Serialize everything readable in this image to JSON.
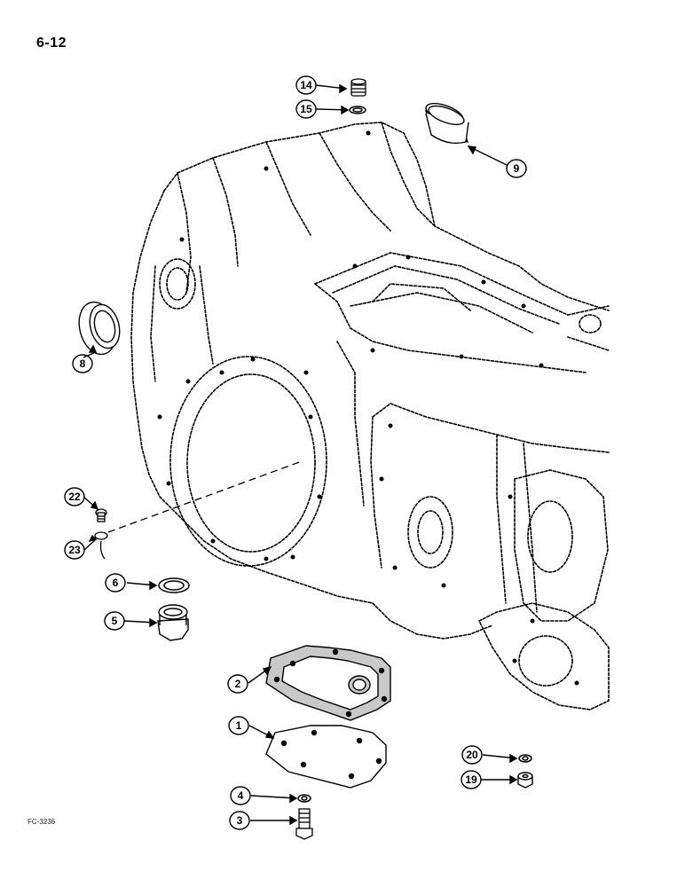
{
  "page_number": "6-12",
  "figure_code": "FC-3236",
  "callouts": [
    {
      "id": "c14",
      "label": "14"
    },
    {
      "id": "c15",
      "label": "15"
    },
    {
      "id": "c9",
      "label": "9"
    },
    {
      "id": "c8",
      "label": "8"
    },
    {
      "id": "c22",
      "label": "22"
    },
    {
      "id": "c23",
      "label": "23"
    },
    {
      "id": "c6",
      "label": "6"
    },
    {
      "id": "c5",
      "label": "5"
    },
    {
      "id": "c2",
      "label": "2"
    },
    {
      "id": "c1",
      "label": "1"
    },
    {
      "id": "c20",
      "label": "20"
    },
    {
      "id": "c19",
      "label": "19"
    },
    {
      "id": "c4",
      "label": "4"
    },
    {
      "id": "c3",
      "label": "3"
    }
  ],
  "colors": {
    "ink": "#000000",
    "paper": "#ffffff",
    "gasket_fill": "#c9c9c9"
  }
}
